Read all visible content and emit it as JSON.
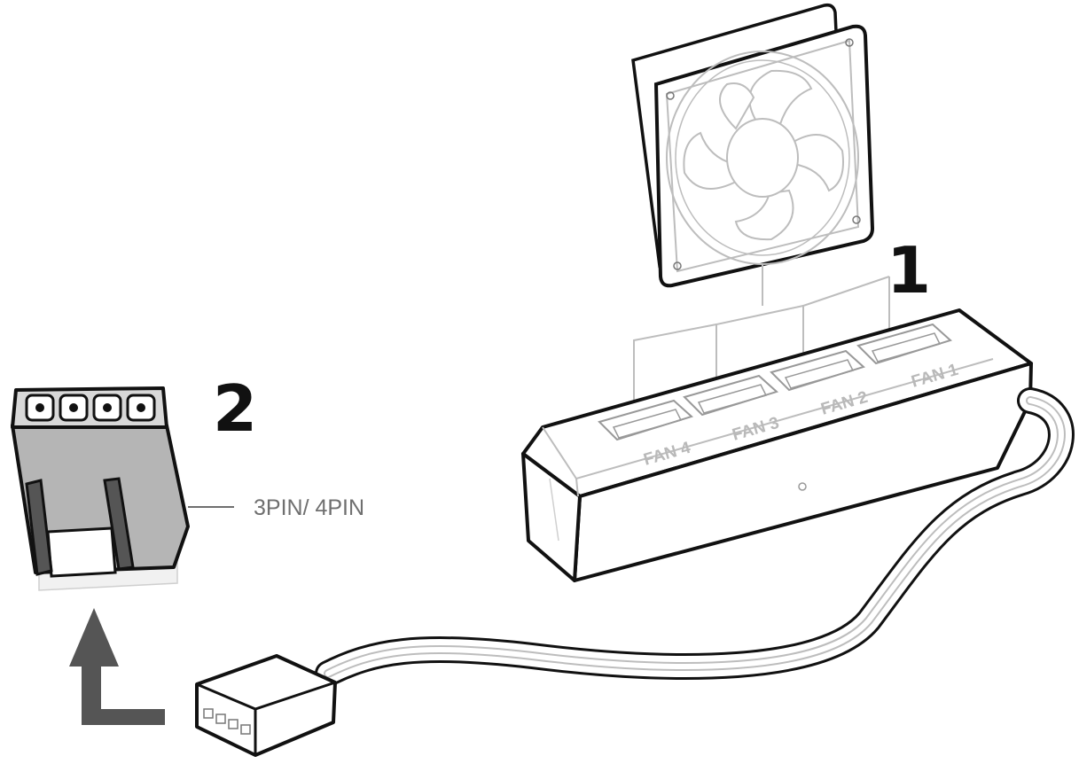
{
  "diagram": {
    "step_1": "1",
    "step_2": "2",
    "connector_label": "3PIN/ 4PIN",
    "hub_ports": [
      "FAN 1",
      "FAN 2",
      "FAN 3",
      "FAN 4"
    ]
  },
  "colors": {
    "outline": "#111111",
    "light_line": "#bdbdbd",
    "header_fill": "#b5b5b5",
    "arrow": "#555555",
    "label_gray": "#6f6f6f"
  }
}
